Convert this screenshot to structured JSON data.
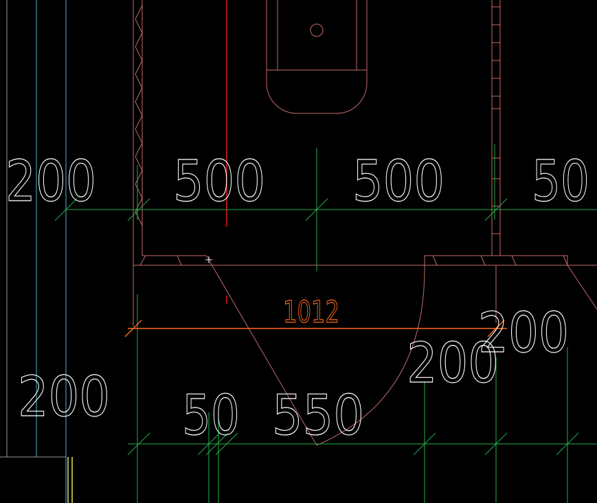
{
  "colors": {
    "background": "#000000",
    "wall": "#c86a6a",
    "dimension_line": "#22b14c",
    "dimension_text": "#ffffff",
    "highlight_dimension": "#ff6a1a",
    "axis_red": "#e01e1e",
    "cyan_line": "#4ab7c7",
    "gray_line": "#9a9a9a",
    "yellow_line": "#e6e64a",
    "cursor": "#ffffff"
  },
  "dimensions": {
    "top_row": [
      "200",
      "500",
      "500",
      "50"
    ],
    "door_width": "1012",
    "right_overlap": [
      "200",
      "200"
    ],
    "lower_left": "200",
    "bottom_row": [
      "50",
      "550"
    ]
  }
}
